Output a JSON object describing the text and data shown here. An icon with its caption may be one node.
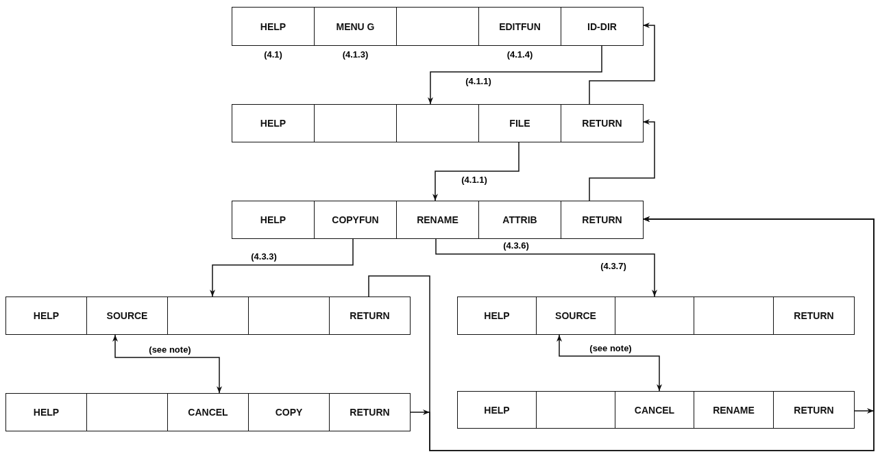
{
  "diagram": {
    "nodes": [
      {
        "text": [
          "HELP"
        ],
        "beside": [
          "(4.1)"
        ]
      },
      {
        "text": [
          "MENU G"
        ],
        "beside": [
          "(4.1.3)"
        ]
      },
      {
        "text": [],
        "shape": "box"
      },
      {
        "text": [
          "EDITFUN"
        ],
        "beside": [
          "(4.1.4)"
        ]
      },
      {
        "text": [
          "ID-DIR"
        ]
      },
      {
        "text": [
          "HELP"
        ]
      },
      {
        "text": [],
        "shape": "box"
      },
      {
        "text": [],
        "shape": "box"
      },
      {
        "text": [
          "FILE"
        ]
      },
      {
        "text": [
          "RETURN"
        ]
      },
      {
        "text": [
          "HELP"
        ]
      },
      {
        "text": [
          "COPYFUN"
        ]
      },
      {
        "text": [
          "RENAME"
        ]
      },
      {
        "text": [
          "ATTRIB"
        ]
      },
      {
        "text": [
          "RETURN"
        ]
      },
      {
        "text": [
          "HELP"
        ]
      },
      {
        "text": [
          "SOURCE"
        ]
      },
      {
        "text": [],
        "shape": "box"
      },
      {
        "text": [],
        "shape": "box"
      },
      {
        "text": [
          "RETURN"
        ]
      },
      {
        "text": [
          "HELP"
        ]
      },
      {
        "text": [],
        "shape": "box"
      },
      {
        "text": [
          "CANCEL"
        ]
      },
      {
        "text": [
          "COPY"
        ]
      },
      {
        "text": [
          "RETURN"
        ]
      },
      {
        "text": [
          "HELP"
        ]
      },
      {
        "text": [
          "SOURCE"
        ]
      },
      {
        "text": [],
        "shape": "box"
      },
      {
        "text": [],
        "shape": "box"
      },
      {
        "text": [
          "RETURN"
        ]
      },
      {
        "text": [
          "HELP"
        ]
      },
      {
        "text": [],
        "shape": "box"
      },
      {
        "text": [
          "CANCEL"
        ]
      },
      {
        "text": [
          "RENAME"
        ]
      },
      {
        "text": [
          "RETURN"
        ]
      }
    ],
    "edges": [
      {
        "from": 4,
        "to": 7,
        "arrow": "to",
        "label": "(4.1.1)"
      },
      {
        "from": 9,
        "to": 4,
        "arrow": "to"
      },
      {
        "from": 8,
        "to": 12,
        "arrow": "to",
        "label": "(4.1.1)"
      },
      {
        "from": 14,
        "to": 9,
        "arrow": "to"
      },
      {
        "from": 11,
        "to": 17,
        "arrow": "to",
        "label": "(4.3.3)"
      },
      {
        "from": 12,
        "to": 27,
        "arrow": "to",
        "label": "(4.3.6)"
      },
      {
        "from": 16,
        "to": 22,
        "arrow": "both",
        "label": "(see  note)"
      },
      {
        "from": 26,
        "to": 32,
        "arrow": "both",
        "label": "(see  note)"
      },
      {
        "from": 19,
        "to": 14,
        "arrow": "to"
      },
      {
        "from": 24,
        "to": 14,
        "arrow": "to"
      },
      {
        "from": 34,
        "to": 14,
        "arrow": "to"
      }
    ],
    "labels": [
      "(4.3.7)"
    ]
  }
}
